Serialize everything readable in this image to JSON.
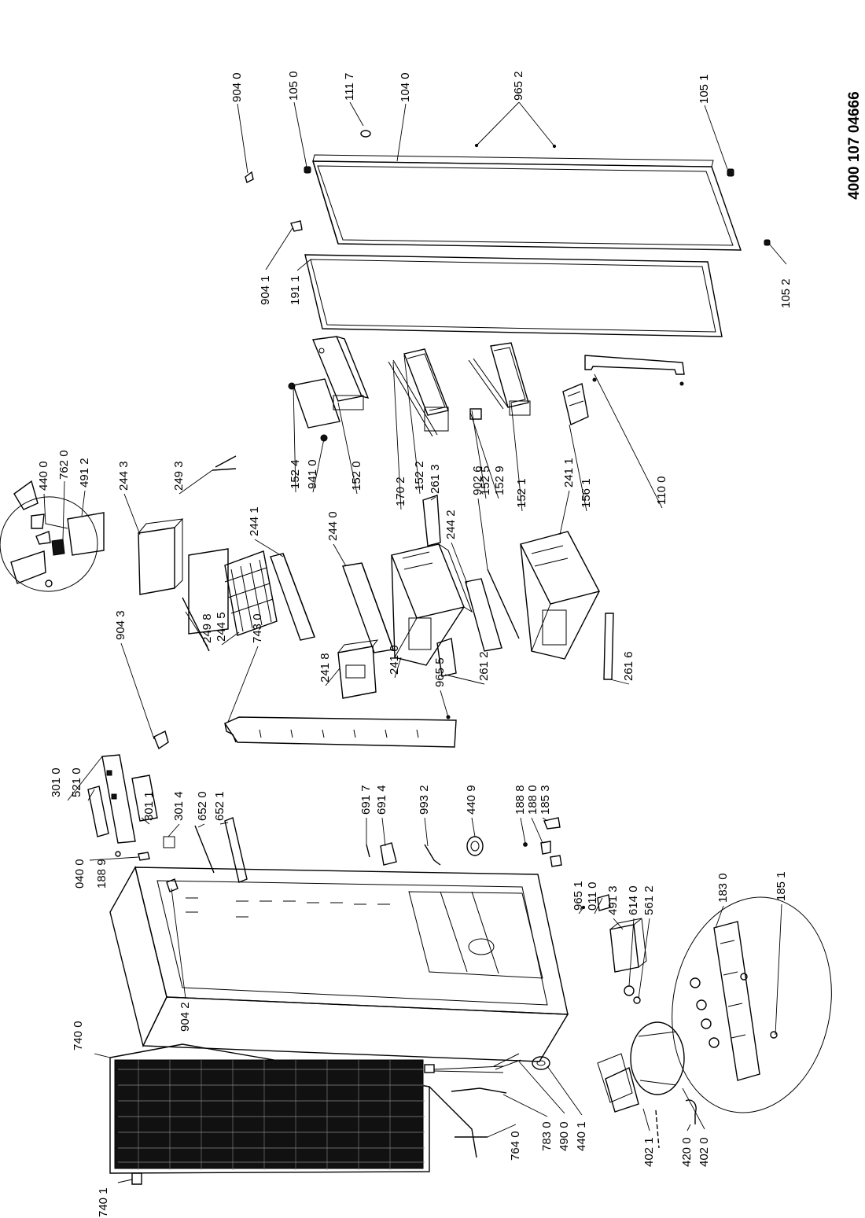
{
  "document_code": "4000 107 04666",
  "labels": [
    {
      "id": "l9040",
      "text": "904 0"
    },
    {
      "id": "l1050",
      "text": "105 0"
    },
    {
      "id": "l1117",
      "text": "111 7"
    },
    {
      "id": "l1040",
      "text": "104 0"
    },
    {
      "id": "l9652",
      "text": "965 2"
    },
    {
      "id": "l1051",
      "text": "105 1"
    },
    {
      "id": "l9041",
      "text": "904 1"
    },
    {
      "id": "l1911",
      "text": "191 1"
    },
    {
      "id": "l1052",
      "text": "105 2"
    },
    {
      "id": "l4400",
      "text": "440 0"
    },
    {
      "id": "l7620",
      "text": "762 0"
    },
    {
      "id": "l4912",
      "text": "491 2"
    },
    {
      "id": "l2443",
      "text": "244 3"
    },
    {
      "id": "l2493",
      "text": "249 3"
    },
    {
      "id": "l2441",
      "text": "244 1"
    },
    {
      "id": "l1524",
      "text": "152 4"
    },
    {
      "id": "l9410",
      "text": "941 0"
    },
    {
      "id": "l2440",
      "text": "244 0"
    },
    {
      "id": "l1520",
      "text": "152 0"
    },
    {
      "id": "l1702",
      "text": "170 2"
    },
    {
      "id": "l1522",
      "text": "152 2"
    },
    {
      "id": "l2613",
      "text": "261 3"
    },
    {
      "id": "l2442",
      "text": "244 2"
    },
    {
      "id": "l9026",
      "text": "902 6"
    },
    {
      "id": "l1525",
      "text": "152 5"
    },
    {
      "id": "l1529",
      "text": "152 9"
    },
    {
      "id": "l2411",
      "text": "241 1"
    },
    {
      "id": "l1521",
      "text": "152 1"
    },
    {
      "id": "l1561",
      "text": "156 1"
    },
    {
      "id": "l1100",
      "text": "110 0"
    },
    {
      "id": "l9043",
      "text": "904 3"
    },
    {
      "id": "l2498",
      "text": "249 8"
    },
    {
      "id": "l2445",
      "text": "244 5"
    },
    {
      "id": "l7430",
      "text": "743 0"
    },
    {
      "id": "l2418",
      "text": "241 8"
    },
    {
      "id": "l2410",
      "text": "241 0"
    },
    {
      "id": "l9655",
      "text": "965 5"
    },
    {
      "id": "l2612",
      "text": "261 2"
    },
    {
      "id": "l2616",
      "text": "261 6"
    },
    {
      "id": "l3010",
      "text": "301 0"
    },
    {
      "id": "l5210",
      "text": "521 0"
    },
    {
      "id": "l3011",
      "text": "301 1"
    },
    {
      "id": "l3014",
      "text": "301 4"
    },
    {
      "id": "l6520",
      "text": "652 0"
    },
    {
      "id": "l6521",
      "text": "652 1"
    },
    {
      "id": "l0400",
      "text": "040 0"
    },
    {
      "id": "l1889",
      "text": "188 9"
    },
    {
      "id": "l6917",
      "text": "691 7"
    },
    {
      "id": "l6914",
      "text": "691 4"
    },
    {
      "id": "l9932",
      "text": "993 2"
    },
    {
      "id": "l4409",
      "text": "440 9"
    },
    {
      "id": "l1888",
      "text": "188 8"
    },
    {
      "id": "l1880",
      "text": "188 0"
    },
    {
      "id": "l1853",
      "text": "185 3"
    },
    {
      "id": "l9651",
      "text": "965 1"
    },
    {
      "id": "l0110",
      "text": "011 0"
    },
    {
      "id": "l4913",
      "text": "491 3"
    },
    {
      "id": "l6140",
      "text": "614 0"
    },
    {
      "id": "l5612",
      "text": "561 2"
    },
    {
      "id": "l1830",
      "text": "183 0"
    },
    {
      "id": "l1851",
      "text": "185 1"
    },
    {
      "id": "l9042",
      "text": "904 2"
    },
    {
      "id": "l7400",
      "text": "740 0"
    },
    {
      "id": "l7401",
      "text": "740 1"
    },
    {
      "id": "l7640",
      "text": "764 0"
    },
    {
      "id": "l7830",
      "text": "783 0"
    },
    {
      "id": "l4900",
      "text": "490 0"
    },
    {
      "id": "l4401",
      "text": "440 1"
    },
    {
      "id": "l4021",
      "text": "402 1"
    },
    {
      "id": "l4200",
      "text": "420 0"
    },
    {
      "id": "l4020",
      "text": "402 0"
    }
  ]
}
